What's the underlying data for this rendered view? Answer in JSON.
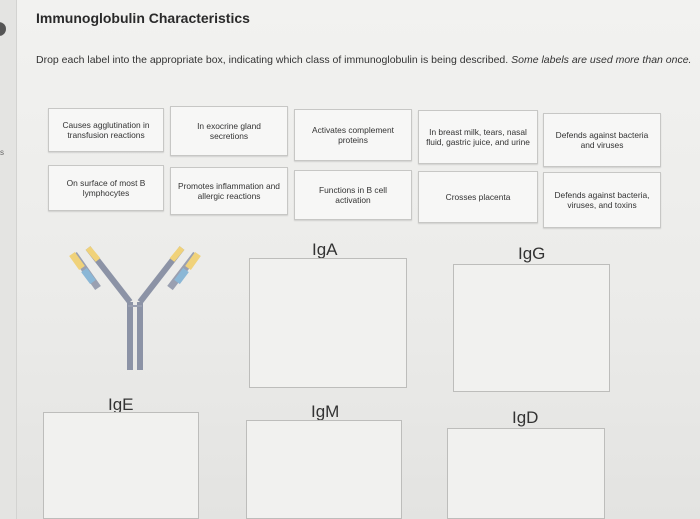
{
  "edge_text": "s",
  "header": {
    "title": "Immunoglobulin Characteristics",
    "instruction_main": "Drop each label into the appropriate box, indicating which class of immunoglobulin is being described.",
    "instruction_italic": " Some labels are used more than once."
  },
  "labels": [
    "Causes agglutination in transfusion reactions",
    "In exocrine gland secretions",
    "Activates complement proteins",
    "In breast milk, tears, nasal fluid, gastric juice, and urine",
    "Defends against bacteria and viruses",
    "On surface of most B lymphocytes",
    "Promotes inflammation and allergic reactions",
    "Functions in B cell activation",
    "Crosses placenta",
    "Defends against bacteria, viruses, and toxins"
  ],
  "targets": [
    "IgA",
    "IgG",
    "IgE",
    "IgM",
    "IgD"
  ],
  "colors": {
    "antibody_heavy": "#8c93a6",
    "antibody_light_tip": "#8bb7d6",
    "antibody_tip": "#f0d27a"
  }
}
